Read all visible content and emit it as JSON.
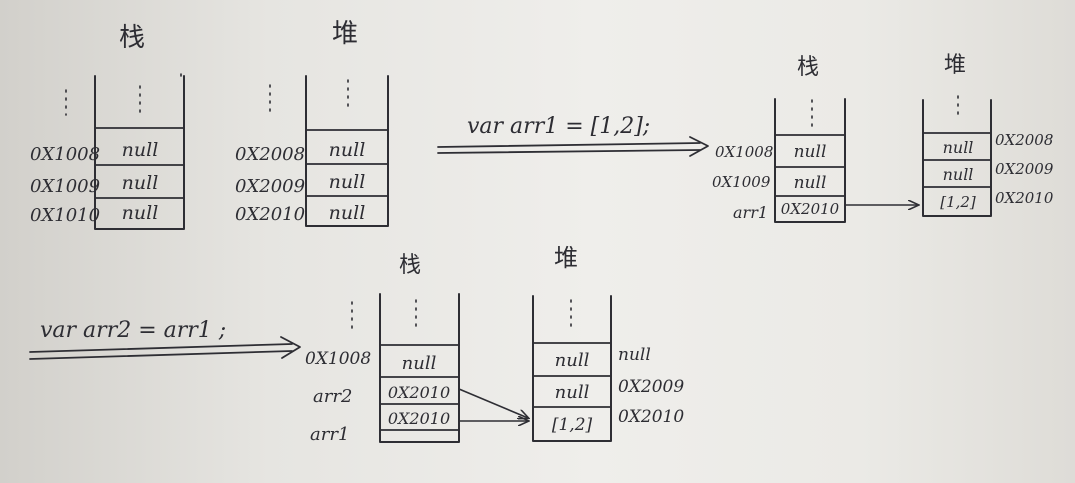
{
  "colors": {
    "ink": "#2e2e34",
    "paper": "#eceae6"
  },
  "panels": [
    {
      "stack": {
        "title": "栈",
        "cells": [
          {
            "label": "0X1008",
            "value": "null"
          },
          {
            "label": "0X1009",
            "value": "null"
          },
          {
            "label": "0X1010",
            "value": "null"
          }
        ]
      },
      "heap": {
        "title": "堆",
        "cells": [
          {
            "label": "0X2008",
            "value": "null"
          },
          {
            "label": "0X2009",
            "value": "null"
          },
          {
            "label": "0X2010",
            "value": "null"
          }
        ]
      }
    },
    {
      "statement": "var arr1 = [1,2];",
      "stack": {
        "title": "栈",
        "cells": [
          {
            "label": "0X1008",
            "value": "null"
          },
          {
            "label": "0X1009",
            "value": "null"
          },
          {
            "label": "arr1",
            "value": "0X2010"
          }
        ]
      },
      "heap": {
        "title": "堆",
        "cells": [
          {
            "label": "0X2008",
            "value": "null"
          },
          {
            "label": "0X2009",
            "value": "null"
          },
          {
            "label": "0X2010",
            "value": "[1,2]"
          }
        ]
      }
    },
    {
      "statement": "var arr2 = arr1 ;",
      "stack": {
        "title": "栈",
        "cells": [
          {
            "label": "0X1008",
            "value": "null"
          },
          {
            "label": "arr2",
            "value": "0X2010"
          },
          {
            "label": "arr1",
            "value": "0X2010"
          }
        ]
      },
      "heap": {
        "title": "堆",
        "cells": [
          {
            "label": "null",
            "value": "null"
          },
          {
            "label": "0X2009",
            "value": "null"
          },
          {
            "label": "0X2010",
            "value": "[1,2]"
          }
        ]
      }
    }
  ]
}
